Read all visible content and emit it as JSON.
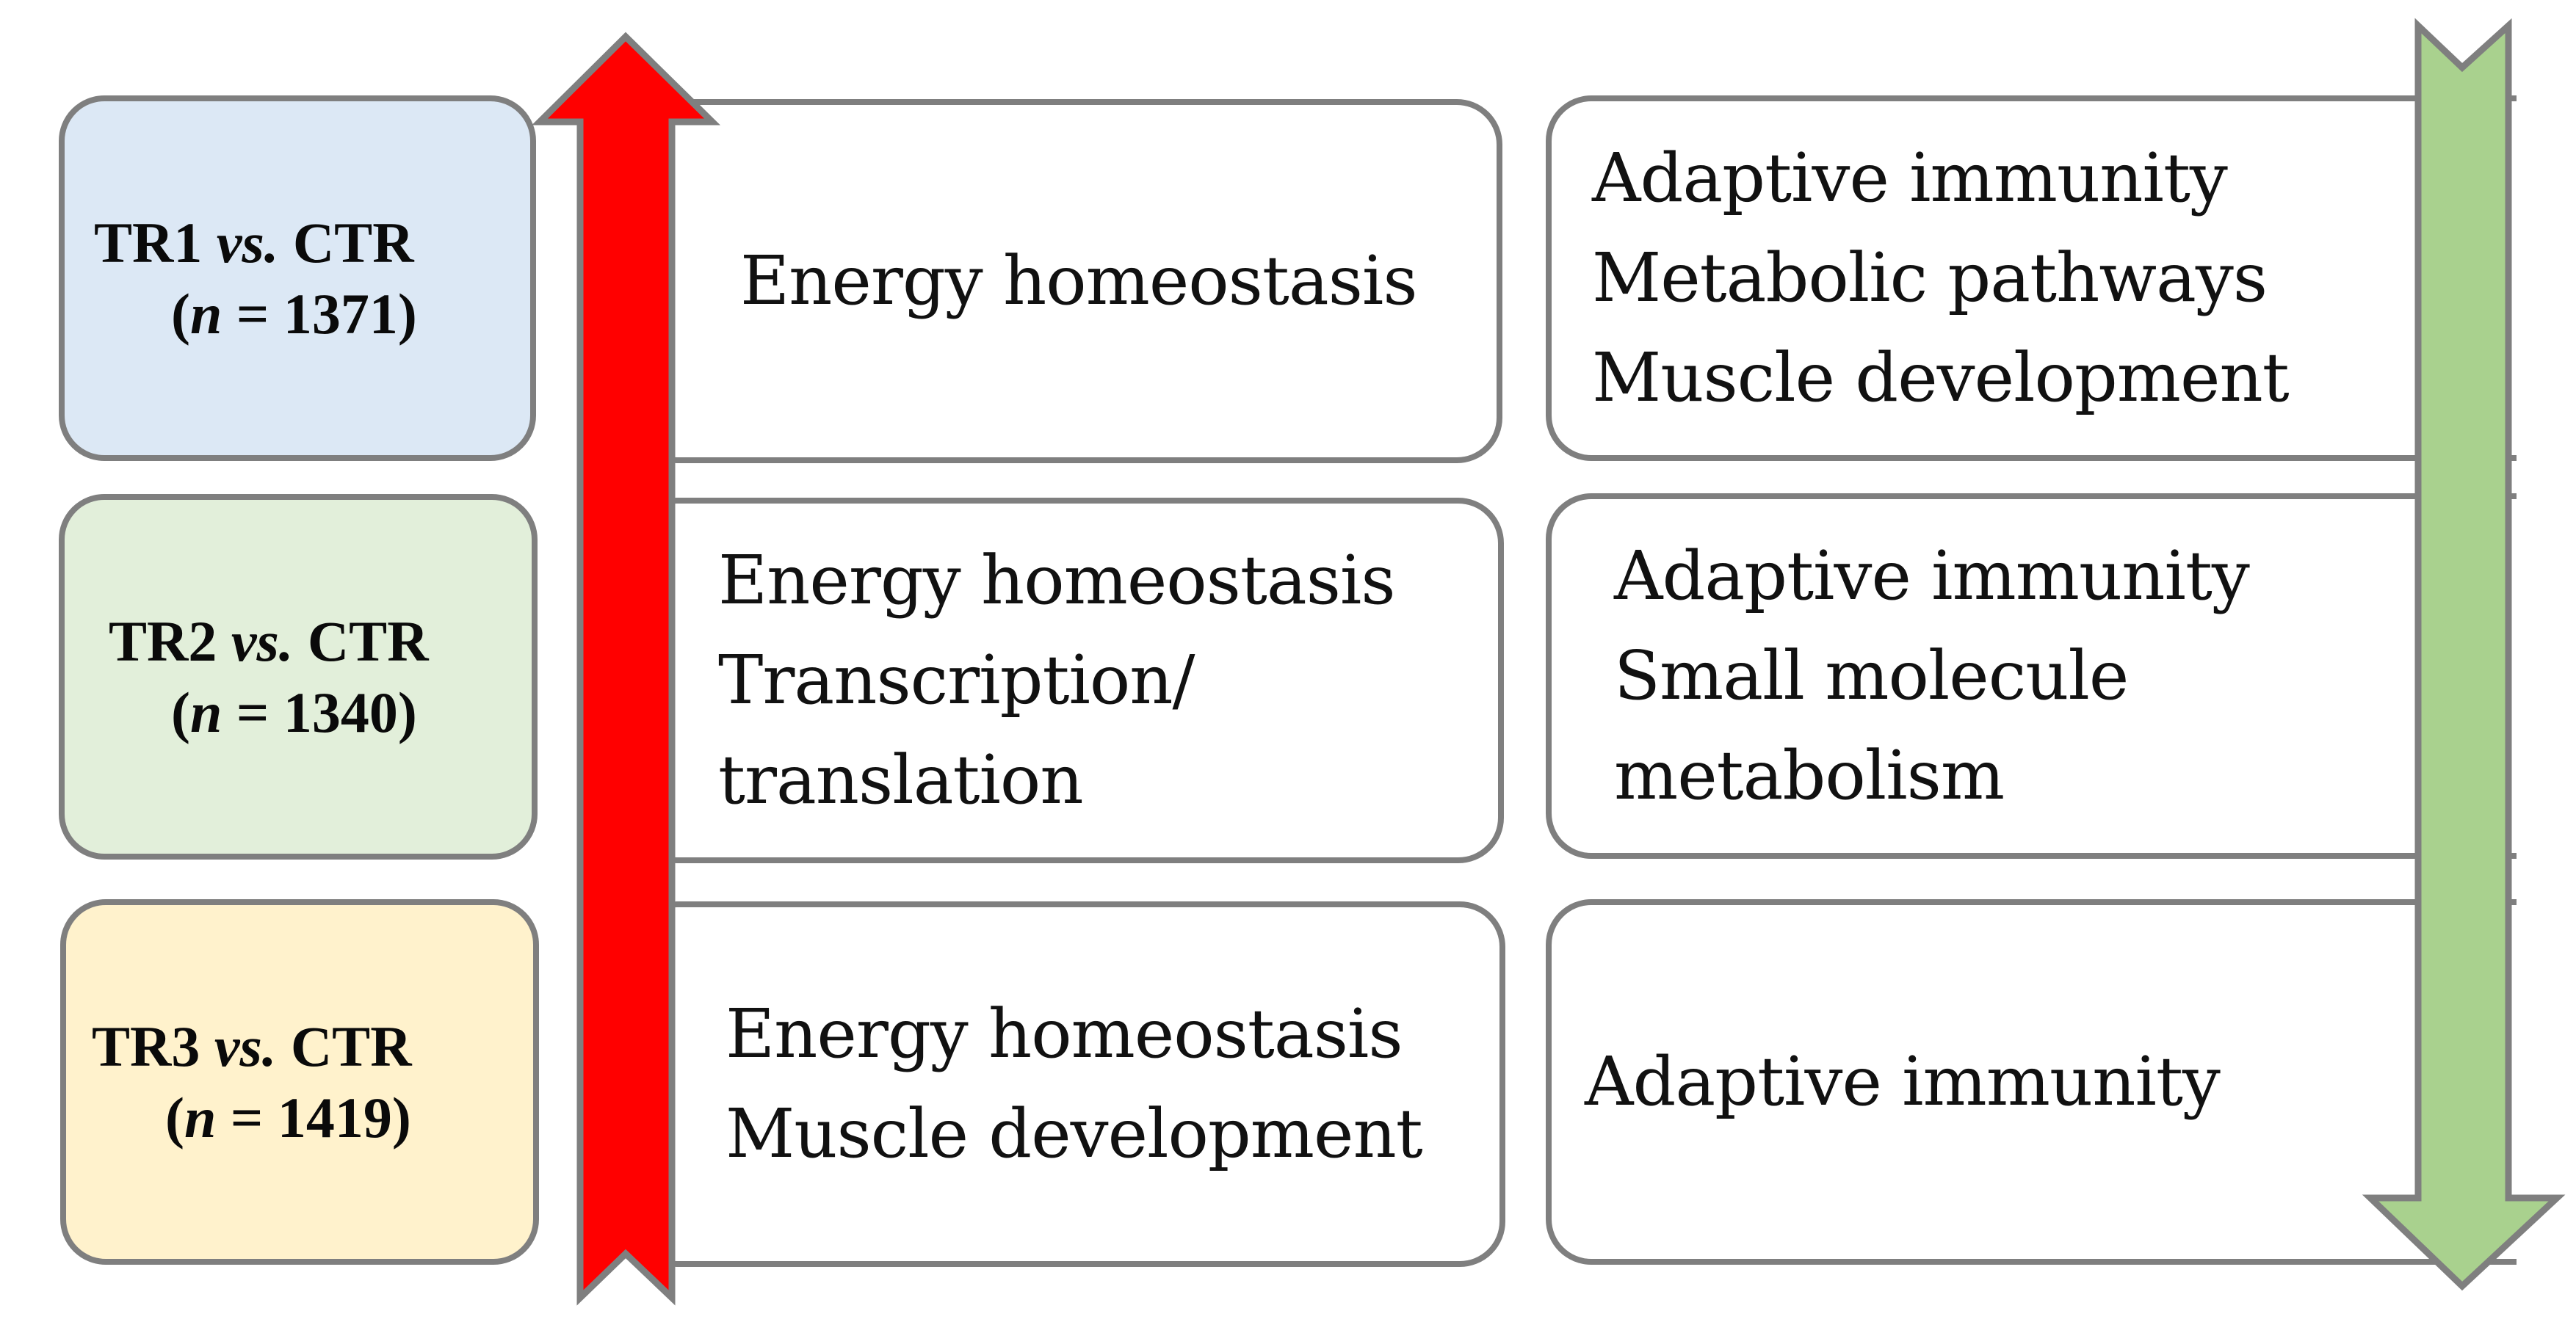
{
  "comparisons": [
    {
      "label_prefix": "TR1",
      "label_vs": "vs.",
      "label_suffix": "CTR",
      "n_open": "(",
      "n_symbol": "n",
      "n_equals": "= 1371)",
      "fill": "#dce8f5",
      "up": [
        "Energy homeostasis"
      ],
      "down": [
        "Adaptive immunity",
        "Metabolic pathways",
        "Muscle development"
      ]
    },
    {
      "label_prefix": "TR2",
      "label_vs": "vs.",
      "label_suffix": "CTR",
      "n_open": "(",
      "n_symbol": "n",
      "n_equals": "= 1340)",
      "fill": "#e2efda",
      "up": [
        "Energy homeostasis",
        "Transcription/",
        "translation"
      ],
      "down": [
        "Adaptive immunity",
        "Small molecule",
        "metabolism"
      ]
    },
    {
      "label_prefix": "TR3",
      "label_vs": "vs.",
      "label_suffix": "CTR",
      "n_open": "(",
      "n_symbol": "n",
      "n_equals": "= 1419)",
      "fill": "#fff2cc",
      "up": [
        "Energy homeostasis",
        "Muscle development"
      ],
      "down": [
        "Adaptive immunity"
      ]
    }
  ],
  "arrows": {
    "up_color": "#ff0000",
    "down_color": "#a9d18e",
    "outline_color": "#7f7f7f"
  }
}
